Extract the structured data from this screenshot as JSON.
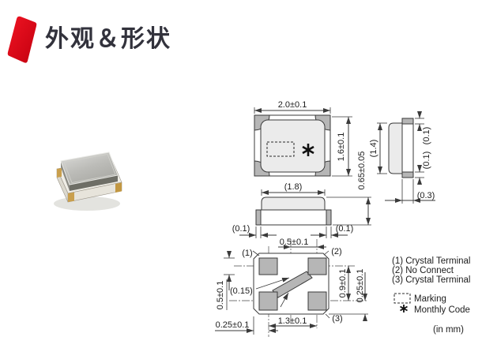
{
  "header": {
    "title": "外观＆形状"
  },
  "dims": {
    "top_width": "2.0±0.1",
    "top_height": "1.6±0.1",
    "lid_width": "(1.8)",
    "body_height": "0.65±0.05",
    "front_pad_left": "(0.1)",
    "front_pad_right": "(0.1)",
    "side_lid_height": "(1.4)",
    "side_pad_top": "(0.1)",
    "side_pad_bottom": "(0.1)",
    "side_pad_depth": "(0.3)",
    "pad_width": "0.5±0.1",
    "pad_height": "0.5±0.1",
    "pad_pitch_vertical": "0.9±0.1",
    "pad_offset_right": "0.25±0.1",
    "trace_width": "(0.15)",
    "pad_pitch_horizontal": "1.3±0.1",
    "pad_offset_bottom": "0.25±0.1"
  },
  "terminals": {
    "t1": "(1)",
    "t2": "(2)",
    "t3": "(3)"
  },
  "legend": {
    "line1": "(1) Crystal Terminal",
    "line2": "(2) No Connect",
    "line3": "(3) Crystal Terminal",
    "marking": "Marking",
    "monthly_code": "Monthly Code",
    "unit": "(in mm)"
  }
}
